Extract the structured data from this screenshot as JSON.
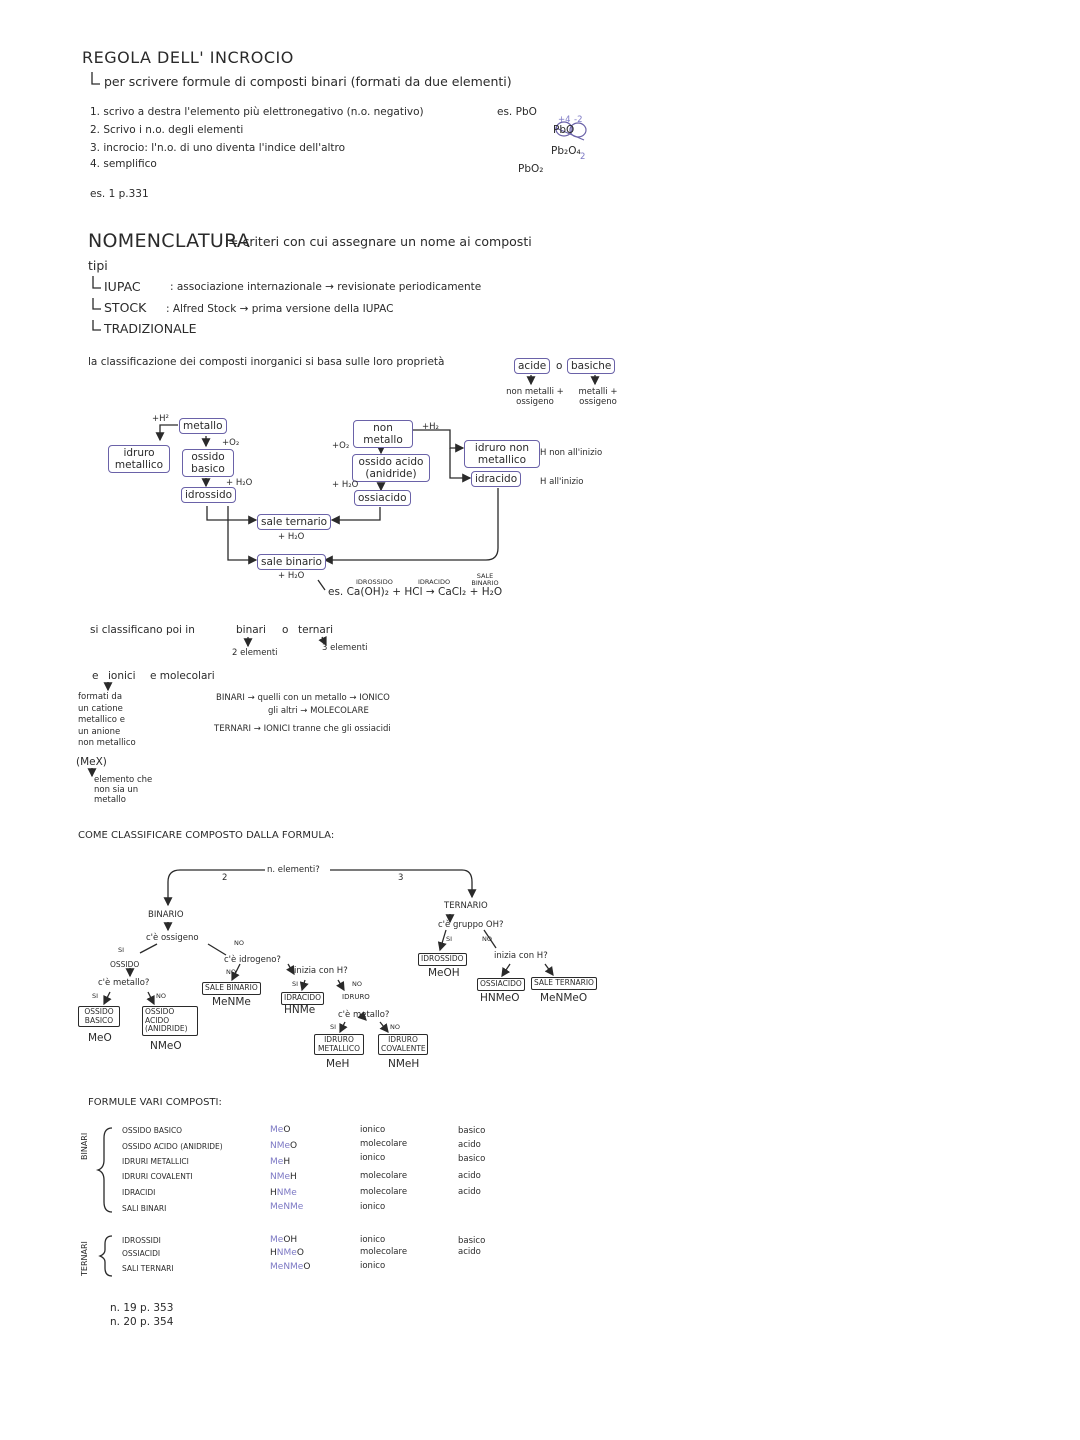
{
  "section1": {
    "title": "REGOLA DELL' INCROCIO",
    "subtitle": "per scrivere formule di composti binari (formati da due elementi)",
    "steps": [
      "1. scrivo a destra l'elemento più elettronegativo (n.o. negativo)",
      "2. Scrivo i n.o. degli elementi",
      "3. incrocio: l'n.o. di uno diventa l'indice dell'altro",
      "4. semplifico"
    ],
    "example_label": "es. PbO",
    "example_charges": [
      "+4",
      "-2"
    ],
    "example_pbo": "PbO",
    "example_cross": "Pb₂O₄",
    "example_cross_sub": "2",
    "example_result": "PbO₂",
    "exercise": "es. 1 p.331"
  },
  "section2": {
    "title": "NOMENCLATURA",
    "definition": "= criteri con cui assegnare un nome ai composti",
    "types_label": "tipi",
    "types": [
      {
        "name": "IUPAC",
        "desc": ": associazione internazionale → revisionate periodicamente"
      },
      {
        "name": "STOCK",
        "desc": ": Alfred Stock → prima versione della IUPAC"
      },
      {
        "name": "TRADIZIONALE",
        "desc": ""
      }
    ],
    "classification": "la classificazione dei composti inorganici si basa sulle loro proprietà",
    "acide": "acide",
    "o": "o",
    "basiche": "basiche",
    "acide_note": "non metalli + ossigeno",
    "basiche_note": "metalli + ossigeno"
  },
  "flow": {
    "metallo": "metallo",
    "idruro_metallico": "idruro metallico",
    "ossido_basico": "ossido basico",
    "idrossido": "idrossido",
    "non_metallo": "non metallo",
    "ossido_acido": "ossido acido (anidride)",
    "ossiacido": "ossiacido",
    "idruro_non_metallico": "idruro non metallico",
    "idracido": "idracido",
    "sale_ternario": "sale ternario",
    "sale_binario": "sale binario",
    "h_non_inizio": "H non all'inizio",
    "h_inizio": "H all'inizio",
    "plus_h2": "+H²",
    "plus_o2": "+O₂",
    "plus_h2o": "+ H₂O",
    "plus_h2b": "+H₂",
    "ex_labels": [
      "IDROSSIDO",
      "IDRACIDO",
      "SALE BINARIO"
    ],
    "ex_equation": "es. Ca(OH)₂ + HCl → CaCl₂ + H₂O"
  },
  "section3": {
    "line1_a": "si classificano poi in",
    "binari": "binari",
    "o": "o",
    "ternari": "ternari",
    "binari_note": "2 elementi",
    "ternari_note": "3 elementi",
    "e": "e",
    "ionici": "ionici",
    "molecolari": "e molecolari",
    "ionici_note": [
      "formati da",
      "un catione",
      "metallico e",
      "un anione",
      "non metallico"
    ],
    "mex": "(MeX)",
    "x_note": [
      "elemento che",
      "non sia un",
      "metallo"
    ],
    "rule1": "BINARI → quelli con un metallo → IONICO",
    "rule1b": "gli altri → MOLECOLARE",
    "rule2": "TERNARI → IONICI tranne che gli ossiacidi"
  },
  "tree": {
    "title": "COME CLASSIFICARE COMPOSTO DALLA FORMULA:",
    "root": "n. elementi?",
    "n2": "2",
    "n3": "3",
    "binario": "BINARIO",
    "ce_ossigeno": "c'è ossigeno",
    "si": "SI",
    "no": "NO",
    "ossido": "OSSIDO",
    "ce_metallo": "c'è metallo?",
    "ossido_basico": "OSSIDO BASICO",
    "ossido_acido": "OSSIDO ACIDO (ANIDRIDE)",
    "meo": "MeO",
    "nmeo": "NMeO",
    "ce_idrogeno": "c'è idrogeno?",
    "sale_binario": "SALE BINARIO",
    "menme": "MeNMe",
    "inizia_h": "inizia con H?",
    "idracido": "IDRACIDO",
    "hnme": "HNMe",
    "idruro": "IDRURO",
    "ce_metallo2": "c'è metallo?",
    "idruro_metallico": "IDRURO METALLICO",
    "idruro_covalente": "IDRURO COVALENTE",
    "meh": "MeH",
    "nmeh": "NMeH",
    "ternario": "TERNARIO",
    "ce_oh": "c'è gruppo OH?",
    "idrossido": "IDROSSIDO",
    "meoh": "MeOH",
    "inizia_h2": "inizia con H?",
    "ossiacido": "OSSIACIDO",
    "hnmeo": "HNMeO",
    "sale_ternario": "SALE TERNARIO",
    "menmeo": "MeNMeO"
  },
  "formule": {
    "title": "FORMULE VARI COMPOSTI:",
    "binari_label": "BINARI",
    "ternari_label": "TERNARI",
    "binari": [
      {
        "name": "OSSIDO BASICO",
        "f1": "Me",
        "f2": "O",
        "type": "ionico",
        "prop": "basico"
      },
      {
        "name": "OSSIDO ACIDO (ANIDRIDE)",
        "f1": "NMe",
        "f2": "O",
        "type": "molecolare",
        "prop": "acido"
      },
      {
        "name": "IDRURI METALLICI",
        "f1": "Me",
        "f2": "H",
        "type": "ionico",
        "prop": "basico"
      },
      {
        "name": "IDRURI COVALENTI",
        "f1": "NMe",
        "f2": "H",
        "type": "molecolare",
        "prop": "acido"
      },
      {
        "name": "IDRACIDI",
        "f1": "H",
        "f2": "NMe",
        "type": "molecolare",
        "prop": "acido"
      },
      {
        "name": "SALI BINARI",
        "f1": "Me",
        "f2": "NMe",
        "type": "ionico",
        "prop": ""
      }
    ],
    "ternari": [
      {
        "name": "IDROSSIDI",
        "f1": "Me",
        "f2": "OH",
        "type": "ionico",
        "prop": "basico"
      },
      {
        "name": "OSSIACIDI",
        "f1": "H",
        "f2": "NMe",
        "f3": "O",
        "type": "molecolare",
        "prop": "acido"
      },
      {
        "name": "SALI TERNARI",
        "f1": "Me",
        "f2": "NMe",
        "f3": "O",
        "type": "ionico",
        "prop": ""
      }
    ],
    "refs": [
      "n. 19 p. 353",
      "n. 20 p. 354"
    ]
  }
}
